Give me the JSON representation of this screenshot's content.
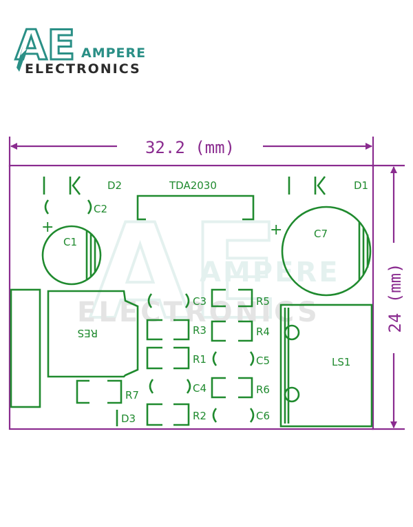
{
  "logo": {
    "mark": "AE",
    "line1": "AMPERE",
    "line2": "ELECTRONICS",
    "teal": "#2a8f86",
    "dark": "#2b2b2b"
  },
  "colors": {
    "board_outline": "#8a2b8f",
    "silkscreen": "#1f8a2e"
  },
  "dimensions": {
    "width_label": "32.2 (mm)",
    "height_label": "24 (mm)"
  },
  "components": {
    "ic": "TDA2030",
    "d1": "D1",
    "d2": "D2",
    "d3": "D3",
    "c1": "C1",
    "c2": "C2",
    "c3": "C3",
    "c4": "C4",
    "c5": "C5",
    "c6": "C6",
    "c7": "C7",
    "r1": "R1",
    "r2": "R2",
    "r3": "R3",
    "r4": "R4",
    "r5": "R5",
    "r6": "R6",
    "r7": "R7",
    "res": "RES",
    "ls1": "LS1",
    "plus": "+"
  }
}
